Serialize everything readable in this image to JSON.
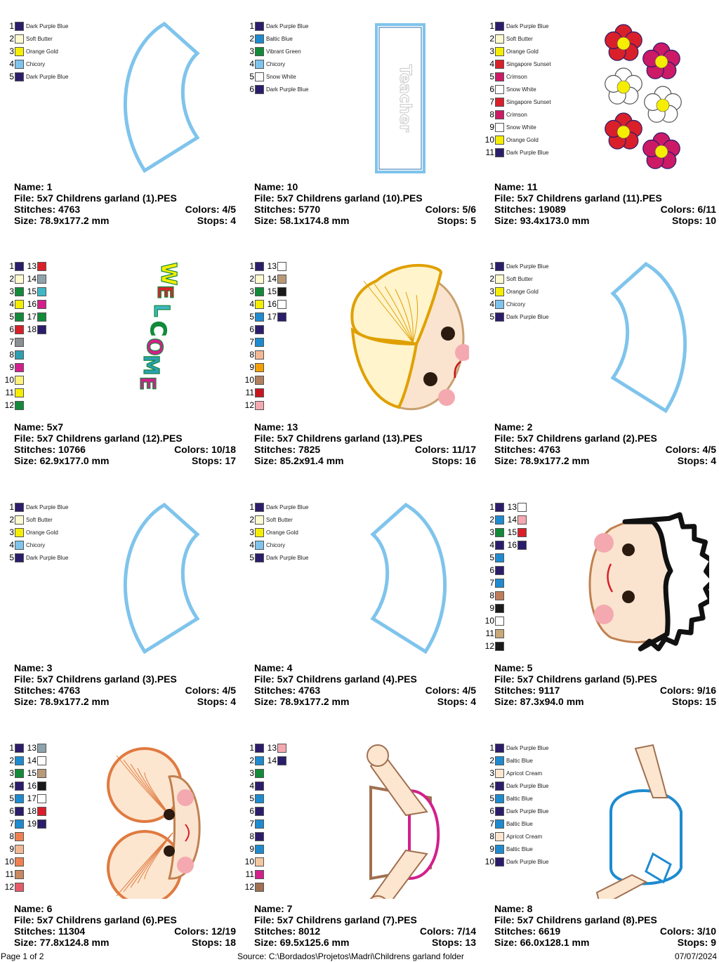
{
  "footer": {
    "page": "Page 1 of 2",
    "source": "Source: C:\\Bordados\\Projetos\\Madri\\Childrens garland folder",
    "date": "07/07/2024"
  },
  "designs": [
    {
      "name": "Name: 1",
      "file": "File: 5x7 Childrens garland (1).PES",
      "stitches": "Stitches: 4763",
      "colors": "Colors: 4/5",
      "size": "Size: 78.9x177.2 mm",
      "stops": "Stops: 4",
      "art": "arc-left",
      "legend": [
        [
          "1",
          "#2b1d6b",
          "Dark Purple Blue"
        ],
        [
          "2",
          "#fffbd0",
          "Soft Butter"
        ],
        [
          "3",
          "#f5ee00",
          "Orange Gold"
        ],
        [
          "4",
          "#7fc4ec",
          "Chicory"
        ],
        [
          "5",
          "#2b1d6b",
          "Dark Purple Blue"
        ]
      ]
    },
    {
      "name": "Name: 10",
      "file": "File: 5x7 Childrens garland (10).PES",
      "stitches": "Stitches: 5770",
      "colors": "Colors: 5/6",
      "size": "Size: 58.1x174.8 mm",
      "stops": "Stops: 5",
      "art": "teacher",
      "art_text": "Teacher",
      "legend": [
        [
          "1",
          "#2b1d6b",
          "Dark Purple Blue"
        ],
        [
          "2",
          "#1e8bd0",
          "Baltic Blue"
        ],
        [
          "3",
          "#128a3a",
          "Vibrant Green"
        ],
        [
          "4",
          "#7fc4ec",
          "Chicory"
        ],
        [
          "5",
          "#ffffff",
          "Snow White"
        ],
        [
          "6",
          "#2b1d6b",
          "Dark Purple Blue"
        ]
      ]
    },
    {
      "name": "Name: 11",
      "file": "File: 5x7 Childrens garland (11).PES",
      "stitches": "Stitches: 19089",
      "colors": "Colors: 6/11",
      "size": "Size: 93.4x173.0 mm",
      "stops": "Stops: 10",
      "art": "flowers",
      "legend": [
        [
          "1",
          "#2b1d6b",
          "Dark Purple Blue"
        ],
        [
          "2",
          "#fffbd0",
          "Soft Butter"
        ],
        [
          "3",
          "#f5ee00",
          "Orange Gold"
        ],
        [
          "4",
          "#d9202a",
          "Singapore Sunset"
        ],
        [
          "5",
          "#cc1a66",
          "Crimson"
        ],
        [
          "6",
          "#ffffff",
          "Snow White"
        ],
        [
          "7",
          "#d9202a",
          "Singapore Sunset"
        ],
        [
          "8",
          "#cc1a66",
          "Crimson"
        ],
        [
          "9",
          "#ffffff",
          "Snow White"
        ],
        [
          "10",
          "#f5ee00",
          "Orange Gold"
        ],
        [
          "11",
          "#2b1d6b",
          "Dark Purple Blue"
        ]
      ]
    },
    {
      "name": "Name: 5x7",
      "file": "File: 5x7 Childrens garland (12).PES",
      "stitches": "Stitches: 10766",
      "colors": "Colors: 10/18",
      "size": "Size: 62.9x177.0 mm",
      "stops": "Stops: 17",
      "art": "welcome",
      "art_text": "WELCOME",
      "legend": [
        [
          "1",
          "#2b1d6b"
        ],
        [
          "2",
          "#fffbd0"
        ],
        [
          "3",
          "#128a3a"
        ],
        [
          "4",
          "#f5ee00"
        ],
        [
          "5",
          "#128a3a"
        ],
        [
          "6",
          "#d9202a"
        ],
        [
          "7",
          "#8a8f93"
        ],
        [
          "8",
          "#2f9fb3"
        ],
        [
          "9",
          "#d31f8c"
        ],
        [
          "10",
          "#fff27a"
        ],
        [
          "11",
          "#f5ee00"
        ],
        [
          "12",
          "#128a3a"
        ]
      ],
      "legend2": [
        [
          "13",
          "#d9202a"
        ],
        [
          "14",
          "#8fa3ad"
        ],
        [
          "15",
          "#3fb7c6"
        ],
        [
          "16",
          "#d31f8c"
        ],
        [
          "17",
          "#128a3a"
        ],
        [
          "18",
          "#2b1d6b"
        ]
      ]
    },
    {
      "name": "Name: 13",
      "file": "File: 5x7 Childrens garland (13).PES",
      "stitches": "Stitches: 7825",
      "colors": "Colors: 11/17",
      "size": "Size: 85.2x91.4 mm",
      "stops": "Stops: 16",
      "art": "face-blonde",
      "legend": [
        [
          "1",
          "#2b1d6b"
        ],
        [
          "2",
          "#fffbd0"
        ],
        [
          "3",
          "#128a3a"
        ],
        [
          "4",
          "#f5ee00"
        ],
        [
          "5",
          "#1e8bd0"
        ],
        [
          "6",
          "#2b1d6b"
        ],
        [
          "7",
          "#1e8bd0"
        ],
        [
          "8",
          "#f3b894"
        ],
        [
          "9",
          "#f5a000"
        ],
        [
          "10",
          "#b08060"
        ],
        [
          "11",
          "#c8141e"
        ],
        [
          "12",
          "#f4a9b0"
        ]
      ],
      "legend2": [
        [
          "13",
          "#ffffff"
        ],
        [
          "14",
          "#b89a78"
        ],
        [
          "15",
          "#1a1a1a"
        ],
        [
          "16",
          "#ffffff"
        ],
        [
          "17",
          "#2b1d6b"
        ]
      ]
    },
    {
      "name": "Name: 2",
      "file": "File: 5x7 Childrens garland (2).PES",
      "stitches": "Stitches: 4763",
      "colors": "Colors: 4/5",
      "size": "Size: 78.9x177.2 mm",
      "stops": "Stops: 4",
      "art": "arc-right",
      "legend": [
        [
          "1",
          "#2b1d6b",
          "Dark Purple Blue"
        ],
        [
          "2",
          "#fffbd0",
          "Soft Butter"
        ],
        [
          "3",
          "#f5ee00",
          "Orange Gold"
        ],
        [
          "4",
          "#7fc4ec",
          "Chicory"
        ],
        [
          "5",
          "#2b1d6b",
          "Dark Purple Blue"
        ]
      ]
    },
    {
      "name": "Name: 3",
      "file": "File: 5x7 Childrens garland (3).PES",
      "stitches": "Stitches: 4763",
      "colors": "Colors: 4/5",
      "size": "Size: 78.9x177.2 mm",
      "stops": "Stops: 4",
      "art": "arc-left",
      "legend": [
        [
          "1",
          "#2b1d6b",
          "Dark Purple Blue"
        ],
        [
          "2",
          "#fffbd0",
          "Soft Butter"
        ],
        [
          "3",
          "#f5ee00",
          "Orange Gold"
        ],
        [
          "4",
          "#7fc4ec",
          "Chicory"
        ],
        [
          "5",
          "#2b1d6b",
          "Dark Purple Blue"
        ]
      ]
    },
    {
      "name": "Name: 4",
      "file": "File: 5x7 Childrens garland (4).PES",
      "stitches": "Stitches: 4763",
      "colors": "Colors: 4/5",
      "size": "Size: 78.9x177.2 mm",
      "stops": "Stops: 4",
      "art": "arc-right",
      "legend": [
        [
          "1",
          "#2b1d6b",
          "Dark Purple Blue"
        ],
        [
          "2",
          "#fffbd0",
          "Soft Butter"
        ],
        [
          "3",
          "#f5ee00",
          "Orange Gold"
        ],
        [
          "4",
          "#7fc4ec",
          "Chicory"
        ],
        [
          "5",
          "#2b1d6b",
          "Dark Purple Blue"
        ]
      ]
    },
    {
      "name": "Name: 5",
      "file": "File: 5x7 Childrens garland (5).PES",
      "stitches": "Stitches: 9117",
      "colors": "Colors: 9/16",
      "size": "Size: 87.3x94.0 mm",
      "stops": "Stops: 15",
      "art": "face-curly",
      "legend": [
        [
          "1",
          "#2b1d6b"
        ],
        [
          "2",
          "#1e8bd0"
        ],
        [
          "3",
          "#128a3a"
        ],
        [
          "4",
          "#2b1d6b"
        ],
        [
          "5",
          "#1e8bd0"
        ],
        [
          "6",
          "#2b1d6b"
        ],
        [
          "7",
          "#1e8bd0"
        ],
        [
          "8",
          "#c07c5a"
        ],
        [
          "9",
          "#1a1a1a"
        ],
        [
          "10",
          "#ffffff"
        ],
        [
          "11",
          "#c8a878"
        ],
        [
          "12",
          "#1a1a1a"
        ]
      ],
      "legend2": [
        [
          "13",
          "#ffffff"
        ],
        [
          "14",
          "#f4a9b0"
        ],
        [
          "15",
          "#d9202a"
        ],
        [
          "16",
          "#2b1d6b"
        ]
      ]
    },
    {
      "name": "Name: 6",
      "file": "File: 5x7 Childrens garland (6).PES",
      "stitches": "Stitches: 11304",
      "colors": "Colors: 12/19",
      "size": "Size: 77.8x124.8 mm",
      "stops": "Stops: 18",
      "art": "face-pigtails",
      "legend": [
        [
          "1",
          "#2b1d6b"
        ],
        [
          "2",
          "#1e8bd0"
        ],
        [
          "3",
          "#128a3a"
        ],
        [
          "4",
          "#2b1d6b"
        ],
        [
          "5",
          "#1e8bd0"
        ],
        [
          "6",
          "#2b1d6b"
        ],
        [
          "7",
          "#1e8bd0"
        ],
        [
          "8",
          "#f08050"
        ],
        [
          "9",
          "#f3b894"
        ],
        [
          "10",
          "#f08050"
        ],
        [
          "11",
          "#c88860"
        ],
        [
          "12",
          "#e85a6a"
        ]
      ],
      "legend2": [
        [
          "13",
          "#8fa3ad"
        ],
        [
          "14",
          "#ffffff"
        ],
        [
          "15",
          "#b89a78"
        ],
        [
          "16",
          "#1a1a1a"
        ],
        [
          "17",
          "#ffffff"
        ],
        [
          "18",
          "#d9202a"
        ],
        [
          "19",
          "#2b1d6b"
        ]
      ]
    },
    {
      "name": "Name: 7",
      "file": "File: 5x7 Childrens garland (7).PES",
      "stitches": "Stitches: 8012",
      "colors": "Colors: 7/14",
      "size": "Size: 69.5x125.6 mm",
      "stops": "Stops: 13",
      "art": "body-pink",
      "legend": [
        [
          "1",
          "#2b1d6b"
        ],
        [
          "2",
          "#1e8bd0"
        ],
        [
          "3",
          "#128a3a"
        ],
        [
          "4",
          "#2b1d6b"
        ],
        [
          "5",
          "#1e8bd0"
        ],
        [
          "6",
          "#2b1d6b"
        ],
        [
          "7",
          "#1e8bd0"
        ],
        [
          "8",
          "#2b1d6b"
        ],
        [
          "9",
          "#1e8bd0"
        ],
        [
          "10",
          "#f3c7a0"
        ],
        [
          "11",
          "#d31f8c"
        ],
        [
          "12",
          "#a07050"
        ]
      ],
      "legend2": [
        [
          "13",
          "#f4a9b0"
        ],
        [
          "14",
          "#2b1d6b"
        ]
      ]
    },
    {
      "name": "Name: 8",
      "file": "File: 5x7 Childrens garland (8).PES",
      "stitches": "Stitches: 6619",
      "colors": "Colors: 3/10",
      "size": "Size: 66.0x128.1 mm",
      "stops": "Stops: 9",
      "art": "body-blue",
      "legend": [
        [
          "1",
          "#2b1d6b",
          "Dark Purple Blue"
        ],
        [
          "2",
          "#1e8bd0",
          "Baltic Blue"
        ],
        [
          "3",
          "#fde6cf",
          "Apricot Cream"
        ],
        [
          "4",
          "#2b1d6b",
          "Dark Purple Blue"
        ],
        [
          "5",
          "#1e8bd0",
          "Baltic Blue"
        ],
        [
          "6",
          "#2b1d6b",
          "Dark Purple Blue"
        ],
        [
          "7",
          "#1e8bd0",
          "Baltic Blue"
        ],
        [
          "8",
          "#fde6cf",
          "Apricot Cream"
        ],
        [
          "9",
          "#1e8bd0",
          "Baltic Blue"
        ],
        [
          "10",
          "#2b1d6b",
          "Dark Purple Blue"
        ]
      ]
    }
  ]
}
